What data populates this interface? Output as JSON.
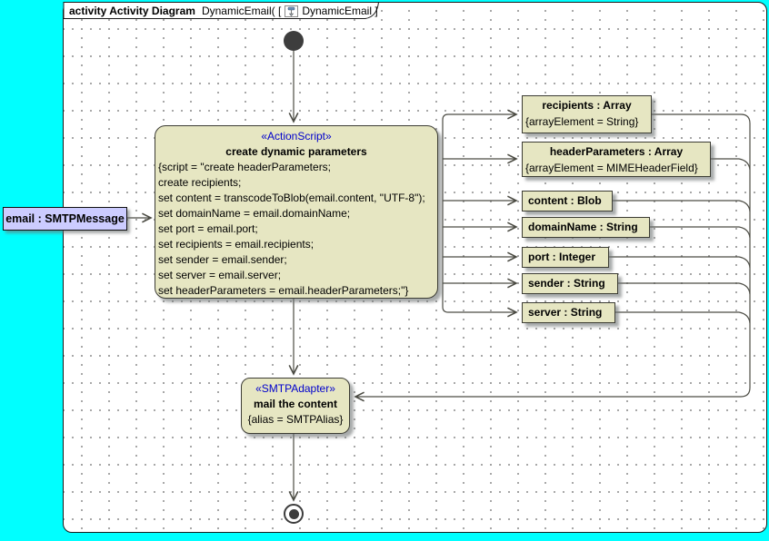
{
  "frame": {
    "heading_bold": "activity Activity Diagram",
    "heading_name": "DynamicEmail( [",
    "heading_ref": "DynamicEmail ]"
  },
  "colors": {
    "desktop_background": "#00ffff",
    "node_fill": "#e6e6c2",
    "object_pin_fill": "#ccccff",
    "stereotype_text": "#0000cd",
    "edge_stroke": "#4c4c44"
  },
  "nodes": {
    "action_create": {
      "stereotype": "«ActionScript»",
      "name": "create dynamic parameters",
      "script_lines": [
        "{script = \"create headerParameters;",
        "create recipients;",
        "set content = transcodeToBlob(email.content, \"UTF-8\");",
        "set domainName = email.domainName;",
        "set port = email.port;",
        "set recipients = email.recipients;",
        "set sender = email.sender;",
        "set server = email.server;",
        "set headerParameters = email.headerParameters;\"}"
      ]
    },
    "input_pin": {
      "label": "email : SMTPMessage"
    },
    "output_pins": [
      {
        "name": "recipients : Array",
        "constraint": "{arrayElement = String}"
      },
      {
        "name": "headerParameters : Array",
        "constraint": "{arrayElement = MIMEHeaderField}"
      },
      {
        "name": "content : Blob"
      },
      {
        "name": "domainName : String"
      },
      {
        "name": "port : Integer"
      },
      {
        "name": "sender : String"
      },
      {
        "name": "server : String"
      }
    ],
    "action_mail": {
      "stereotype": "«SMTPAdapter»",
      "name": "mail the content",
      "constraint": "{alias = SMTPAlias}"
    }
  }
}
